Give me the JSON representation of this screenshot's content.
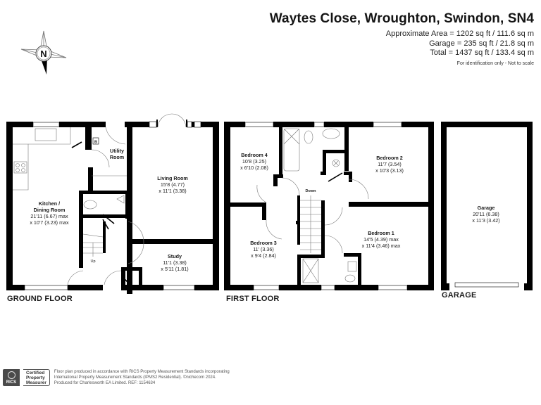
{
  "header": {
    "title": "Waytes Close, Wroughton, Swindon, SN4",
    "approximate_area": "Approximate Area = 1202 sq ft / 111.6 sq m",
    "garage_area": "Garage = 235 sq ft / 21.8 sq m",
    "total_area": "Total = 1437 sq ft / 133.4 sq m",
    "note": "For identification only - Not to scale"
  },
  "compass": {
    "label": "N",
    "icon": "north-compass-icon"
  },
  "floors": {
    "ground": {
      "label": "GROUND FLOOR",
      "rooms": {
        "kitchen": {
          "name_line1": "Kitchen /",
          "name_line2": "Dining Room",
          "dim1": "21'11 (6.67) max",
          "dim2": "x 10'7 (3.23) max"
        },
        "utility": {
          "name_line1": "Utility",
          "name_line2": "Room"
        },
        "living": {
          "name": "Living Room",
          "dim1": "15'8 (4.77)",
          "dim2": "x 11'1 (3.38)"
        },
        "study": {
          "name": "Study",
          "dim1": "11'1 (3.38)",
          "dim2": "x 5'11 (1.81)"
        }
      },
      "stairs_label": "Up",
      "boiler_label": "B"
    },
    "first": {
      "label": "FIRST FLOOR",
      "rooms": {
        "bedroom4": {
          "name": "Bedroom 4",
          "dim1": "10'8 (3.25)",
          "dim2": "x 6'10 (2.08)"
        },
        "bedroom2": {
          "name": "Bedroom 2",
          "dim1": "11'7 (3.54)",
          "dim2": "x 10'3 (3.13)"
        },
        "bedroom3": {
          "name": "Bedroom 3",
          "dim1": "11' (3.36)",
          "dim2": "x 9'4 (2.84)"
        },
        "bedroom1": {
          "name": "Bedroom 1",
          "dim1": "14'5 (4.39) max",
          "dim2": "x 11'4 (3.46) max"
        }
      },
      "stairs_label": "Down"
    },
    "garage": {
      "label": "GARAGE",
      "rooms": {
        "garage": {
          "name": "Garage",
          "dim1": "20'11 (6.38)",
          "dim2": "x 11'3 (3.42)"
        }
      }
    }
  },
  "footer": {
    "badge_text": "RICS",
    "cert_line1": "Certified",
    "cert_line2": "Property",
    "cert_line3": "Measurer",
    "line1": "Floor plan produced in accordance with RICS Property Measurement Standards incorporating",
    "line2": "International Property Measurement Standards (IPMS2 Residential).   ©nichecom 2024.",
    "line3": "Produced for Charlesworth EA Limited.   REF:  1154634"
  },
  "colors": {
    "wall": "#000000",
    "fixture_line": "#888888",
    "background": "#ffffff"
  }
}
